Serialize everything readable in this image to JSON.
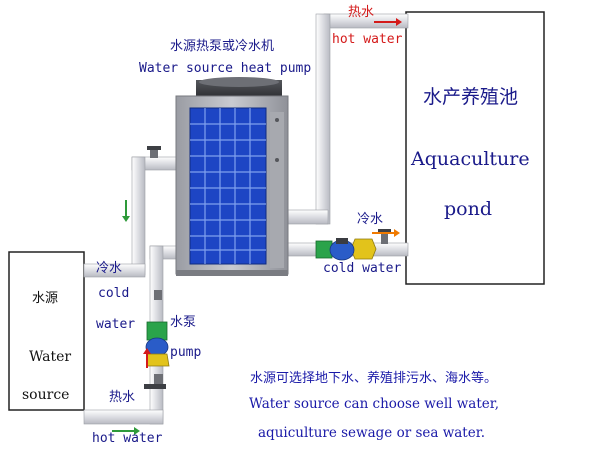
{
  "heat_pump": {
    "label_cn": "水源热泵或冷水机",
    "label_en": "Water source heat pump"
  },
  "hot_water_top": {
    "label_cn": "热水",
    "label_en": "hot water"
  },
  "pond": {
    "label_cn": "水产养殖池",
    "label_en_1": "Aquaculture",
    "label_en_2": "pond"
  },
  "cold_water_right": {
    "label_cn": "冷水",
    "label_en": "cold water"
  },
  "source": {
    "label_cn": "水源",
    "label_en_1": "Water",
    "label_en_2": "source"
  },
  "cold_water_left": {
    "label_cn": "冷水",
    "label_en_1": "cold",
    "label_en_2": "water"
  },
  "pump": {
    "label_cn": "水泵",
    "label_en": "pump"
  },
  "hot_water_bottom": {
    "label_cn": "热水",
    "label_en": "hot water"
  },
  "note": {
    "line_cn": "水源可选择地下水、养殖排污水、海水等。",
    "line_en_1": "Water source can choose well water,",
    "line_en_2": "aquiculture sewage or sea water."
  },
  "colors": {
    "label_blue": "#1a1a8a",
    "label_red": "#d41a1a",
    "pipe": "#e8e8ea",
    "panel": "#1f4fd0",
    "flow_arrow_green": "#2e9a3a",
    "flow_arrow_orange": "#f07a00"
  }
}
